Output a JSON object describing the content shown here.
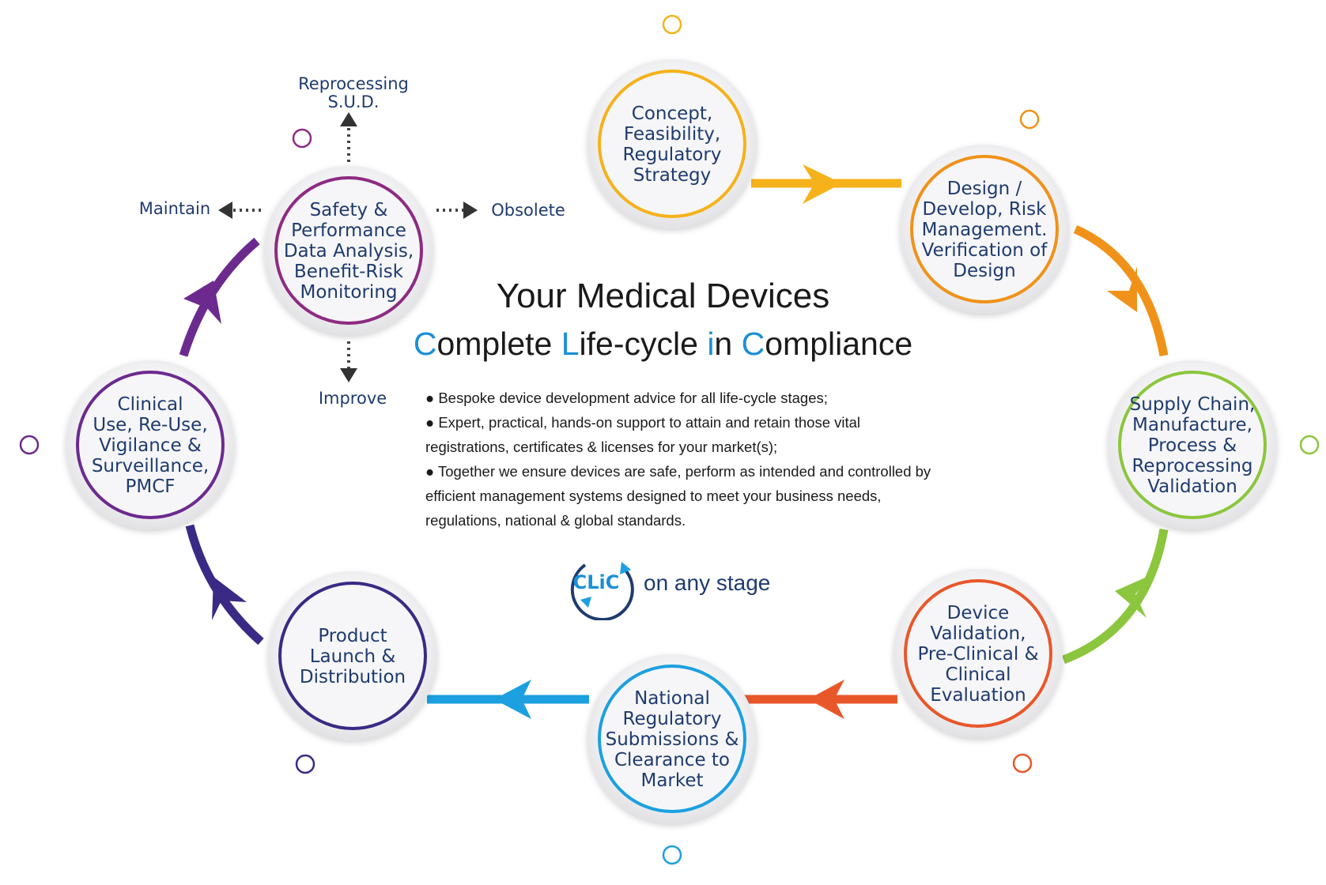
{
  "title": {
    "line1": "Your Medical Devices",
    "line2_parts": [
      {
        "cap": "C",
        "rest": "omplete "
      },
      {
        "cap": "L",
        "rest": "ife-cycle "
      },
      {
        "cap": "i",
        "rest": "n "
      },
      {
        "cap": "C",
        "rest": "ompliance"
      }
    ]
  },
  "bullets": [
    "● Bespoke device development advice for all life-cycle stages;",
    "● Expert, practical, hands-on support to attain and retain those vital registrations, certificates & licenses for your market(s);",
    "● Together we ensure devices are safe, perform as intended and controlled by efficient management systems designed to meet your business needs, regulations, national & global standards."
  ],
  "clic": {
    "logo": "CLiC",
    "tagline": "on any stage"
  },
  "stages": [
    {
      "id": "concept",
      "color": "#f5b21b",
      "lines": [
        "Concept,",
        "Feasibility,",
        "Regulatory",
        "Strategy"
      ]
    },
    {
      "id": "design",
      "color": "#f0921a",
      "lines": [
        "Design /",
        "Develop, Risk",
        "Management.",
        "Verification of",
        "Design"
      ]
    },
    {
      "id": "supply",
      "color": "#8cc63e",
      "lines": [
        "Supply Chain,",
        "Manufacture,",
        "Process &",
        "Reprocessing",
        "Validation"
      ]
    },
    {
      "id": "validation",
      "color": "#e8572a",
      "lines": [
        "Device",
        "Validation,",
        "Pre-Clinical &",
        "Clinical",
        "Evaluation"
      ]
    },
    {
      "id": "national",
      "color": "#1ca0e0",
      "lines": [
        "National",
        "Regulatory",
        "Submissions &",
        "Clearance to",
        "Market"
      ]
    },
    {
      "id": "launch",
      "color": "#3a2a85",
      "lines": [
        "Product",
        "Launch &",
        "Distribution"
      ]
    },
    {
      "id": "clinical",
      "color": "#6c2a8f",
      "lines": [
        "Clinical",
        "Use, Re-Use,",
        "Vigilance &",
        "Surveillance,",
        "PMCF"
      ]
    },
    {
      "id": "safety",
      "color": "#8e2b82",
      "lines": [
        "Safety &",
        "Performance",
        "Data Analysis,",
        "Benefit-Risk",
        "Monitoring"
      ]
    }
  ],
  "branches": {
    "top": [
      "Reprocessing",
      "S.U.D."
    ],
    "left": "Maintain",
    "right": "Obsolete",
    "bottom": "Improve"
  },
  "colors": {
    "text": "#1f3b6e",
    "accent": "#1b8fd6",
    "link_yellow": "#f5b21b",
    "link_orange": "#f0921a",
    "link_green": "#8cc63e",
    "link_red": "#e8572a",
    "link_blue": "#1ca0e0",
    "link_indigo": "#3a2a85",
    "link_purple": "#6c2a8f"
  }
}
